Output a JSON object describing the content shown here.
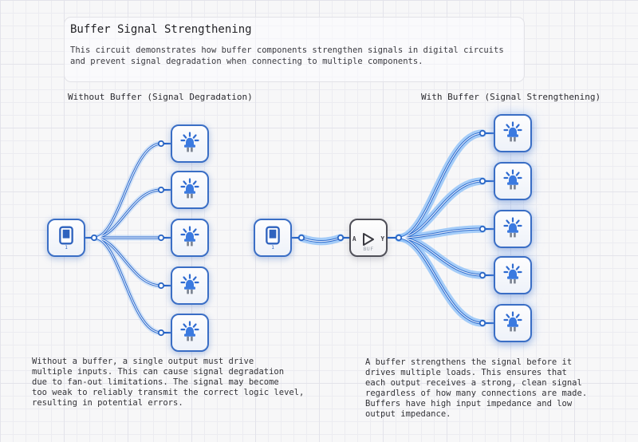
{
  "header": {
    "title": "Buffer Signal Strengthening",
    "description_lines": [
      "This circuit demonstrates how buffer components strengthen signals in digital circuits",
      "and prevent signal degradation when connecting to multiple components."
    ]
  },
  "sections": {
    "left_heading": "Without Buffer (Signal Degradation)",
    "right_heading": "With Buffer (Signal Strengthening)"
  },
  "components": {
    "left_input_label": "1",
    "right_input_label": "1",
    "buffer": {
      "input_pin": "A",
      "output_pin": "Y",
      "label": "BUF"
    },
    "left_led_count": 5,
    "right_led_count": 5
  },
  "notes": {
    "left_lines": [
      "Without a buffer, a single output must drive",
      "multiple inputs. This can cause signal degradation",
      "due to fan-out limitations. The signal may become",
      "too weak to reliably transmit the correct logic level,",
      "resulting in potential errors."
    ],
    "right_lines": [
      "A buffer strengthens the signal before it",
      "drives multiple loads. This ensures that",
      "each output receives a strong, clean signal",
      "regardless of how many connections are made.",
      "Buffers have high input impedance and low",
      "output impedance."
    ]
  },
  "colors": {
    "background": "#f7f7f8",
    "wire_blue": "#2363c9",
    "wire_glow": "#8fc0f8",
    "component_border_blue": "#3a6ec5",
    "buffer_border_gray": "#4f4f58",
    "led_body_blue": "#3b7ae0",
    "text_dark": "#2b2b30"
  }
}
